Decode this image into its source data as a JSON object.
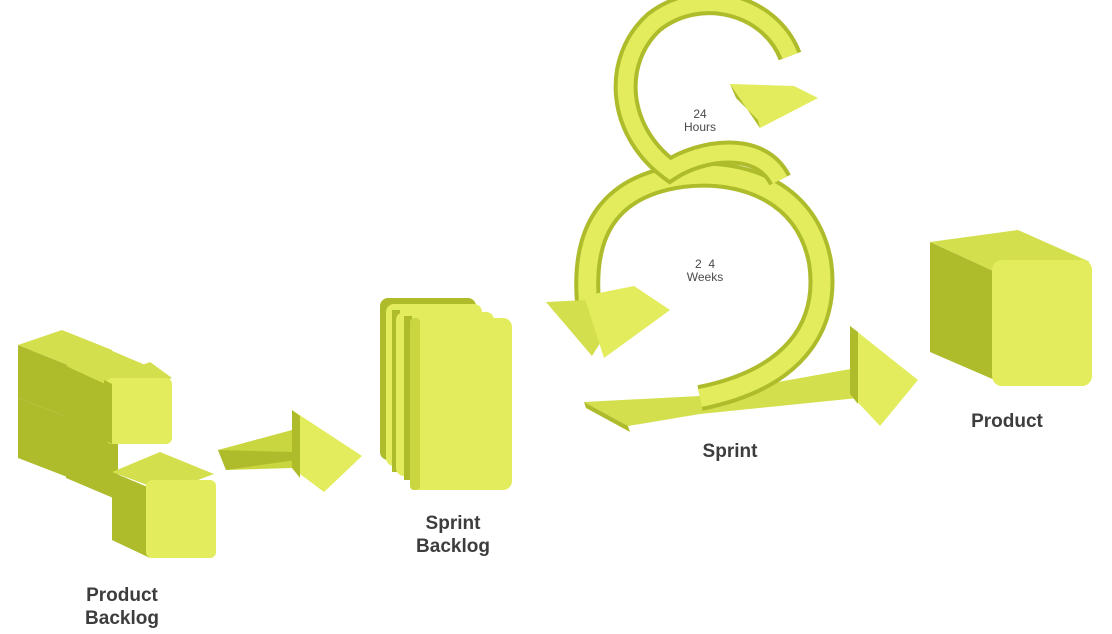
{
  "palette": {
    "face": "#e2ec5c",
    "top": "#d3df4c",
    "side": "#aebc2c",
    "edge": "#c9d640"
  },
  "labels": {
    "product_backlog": [
      "Product",
      "Backlog"
    ],
    "sprint_backlog": [
      "Sprint",
      "Backlog"
    ],
    "sprint": "Sprint",
    "product": "Product",
    "daily_cycle": [
      "24",
      "Hours"
    ],
    "sprint_cycle": [
      "2  4",
      "Weeks"
    ]
  }
}
